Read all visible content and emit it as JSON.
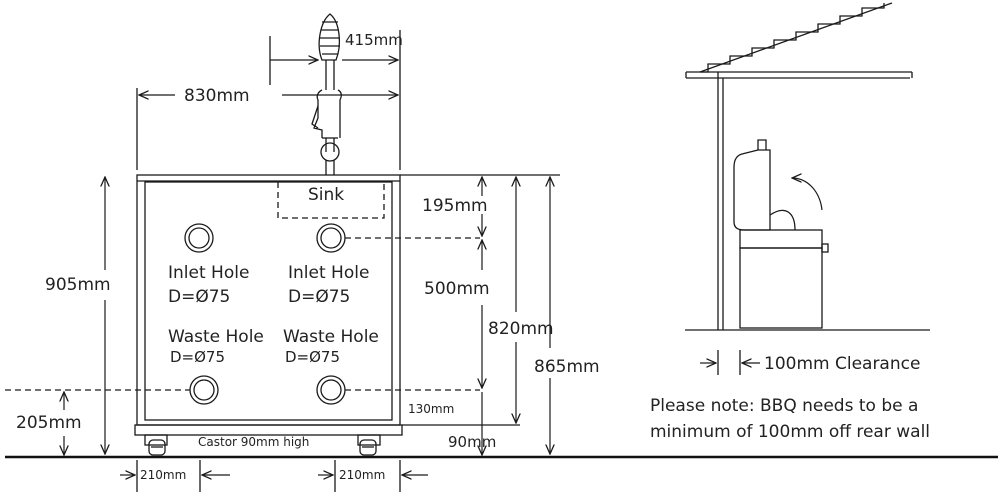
{
  "dimensions": {
    "width_830": "830mm",
    "width_415": "415mm",
    "height_905": "905mm",
    "height_205": "205mm",
    "height_195": "195mm",
    "height_500": "500mm",
    "height_820": "820mm",
    "height_865": "865mm",
    "height_130": "130mm",
    "height_90": "90mm",
    "caster_offset_left": "210mm",
    "caster_offset_right": "210mm"
  },
  "labels": {
    "sink": "Sink",
    "inlet_left": "Inlet Hole",
    "inlet_left_d": "D=Ø75",
    "inlet_right": "Inlet Hole",
    "inlet_right_d": "D=Ø75",
    "waste_left": "Waste Hole",
    "waste_left_d": "D=Ø75",
    "waste_right": "Waste Hole",
    "waste_right_d": "D=Ø75",
    "castor": "Castor 90mm high",
    "clearance": "100mm Clearance",
    "note_line1": "Please note: BBQ needs to be a",
    "note_line2": "minimum of 100mm off rear wall"
  }
}
